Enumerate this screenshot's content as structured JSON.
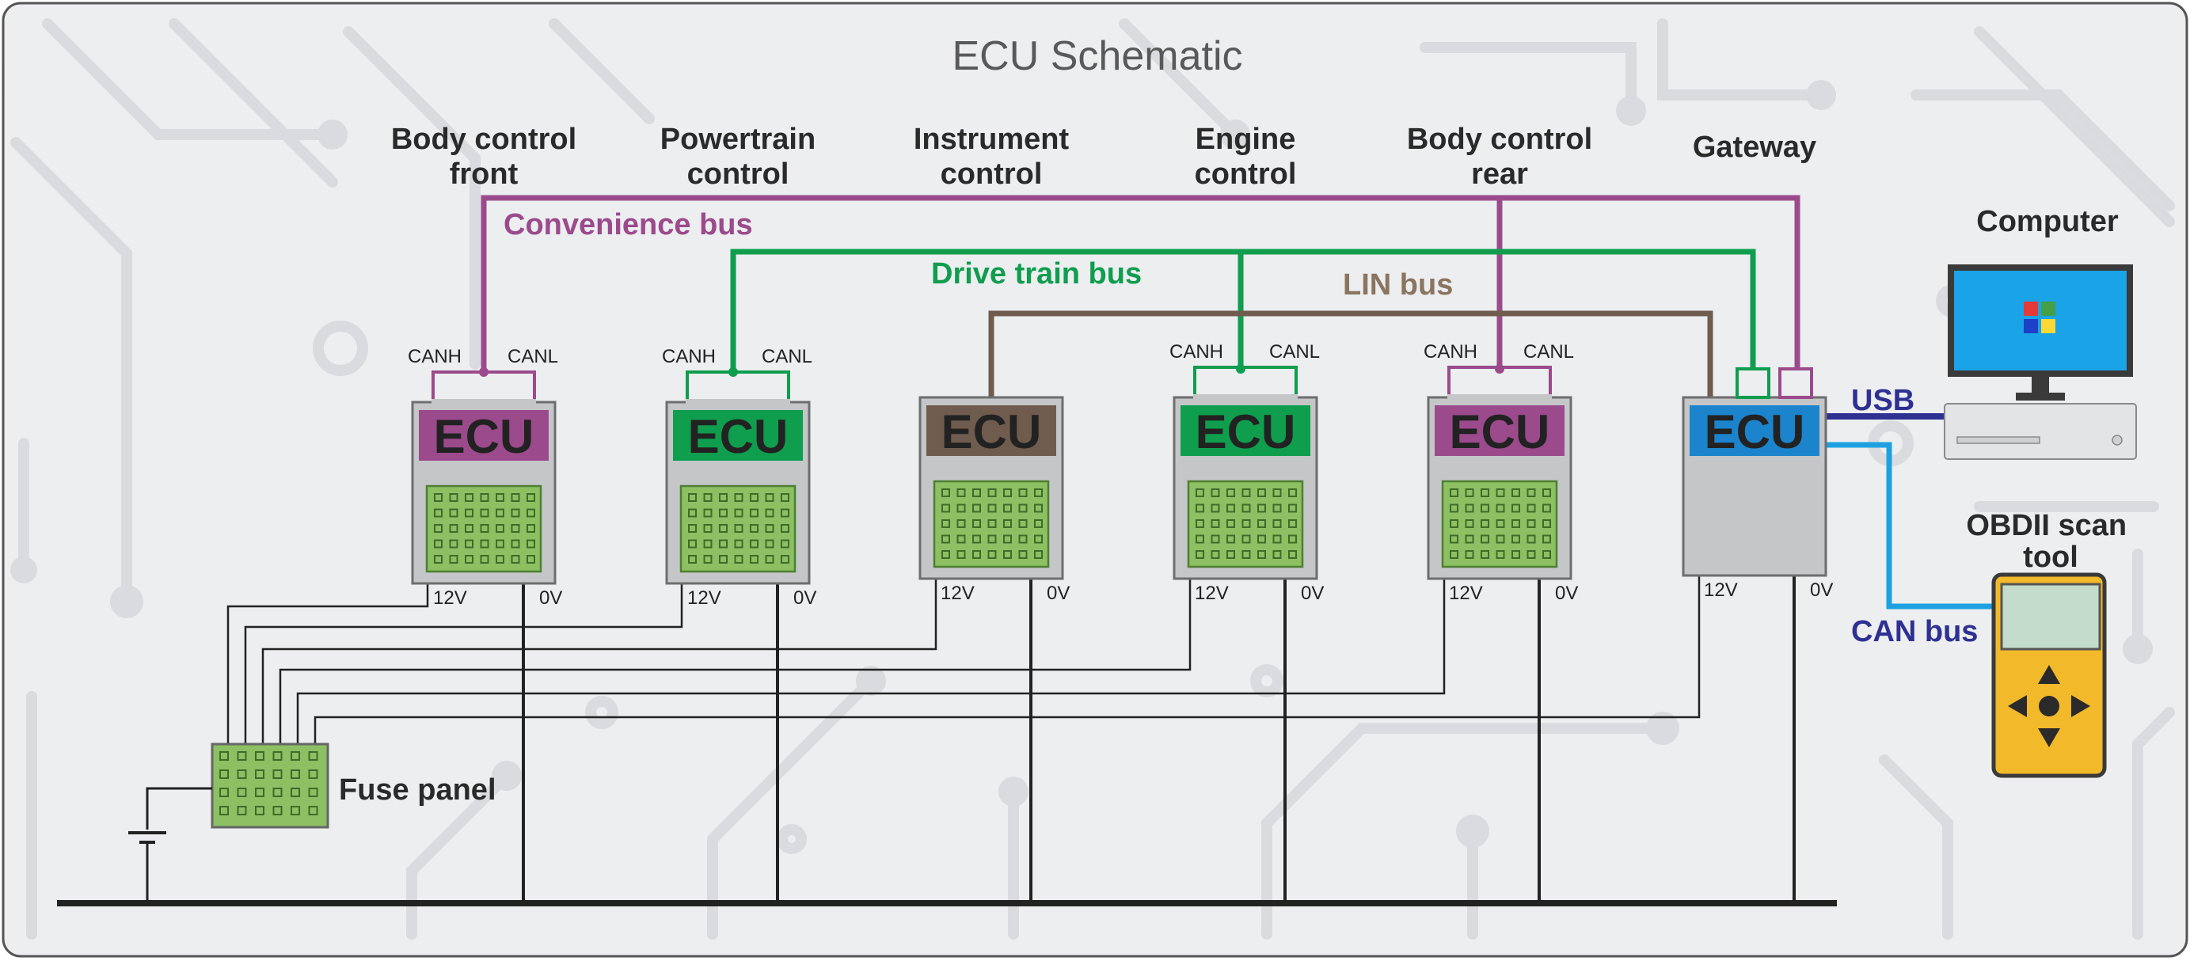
{
  "title": "ECU Schematic",
  "colors": {
    "convenience": "#9b4a8c",
    "drivetrain": "#0f9d4e",
    "lin": "#6f5c4e",
    "gateway": "#1b84cc",
    "usb": "#2e3192",
    "canbus": "#1ea1e0",
    "wire": "#222222",
    "ecu_body": "#c4c6c8",
    "pcb": "#8cc063",
    "scan_tool": "#f2b92a"
  },
  "ecus": [
    {
      "label": "Body control\nfront",
      "header_color": "#9b4a8c",
      "canh": "CANH",
      "canl": "CANL",
      "v12": "12V",
      "v0": "0V",
      "chip": "ECU"
    },
    {
      "label": "Powertrain\ncontrol",
      "header_color": "#0f9d4e",
      "canh": "CANH",
      "canl": "CANL",
      "v12": "12V",
      "v0": "0V",
      "chip": "ECU"
    },
    {
      "label": "Instrument\ncontrol",
      "header_color": "#6f5c4e",
      "canh": "",
      "canl": "",
      "v12": "12V",
      "v0": "0V",
      "chip": "ECU"
    },
    {
      "label": "Engine\ncontrol",
      "header_color": "#0f9d4e",
      "canh": "CANH",
      "canl": "CANL",
      "v12": "12V",
      "v0": "0V",
      "chip": "ECU"
    },
    {
      "label": "Body control\nrear",
      "header_color": "#9b4a8c",
      "canh": "CANH",
      "canl": "CANL",
      "v12": "12V",
      "v0": "0V",
      "chip": "ECU"
    },
    {
      "label": "Gateway",
      "header_color": "#1b84cc",
      "canh": "",
      "canl": "",
      "v12": "12V",
      "v0": "0V",
      "chip": "ECU"
    }
  ],
  "buses": {
    "convenience": "Convenience bus",
    "drivetrain": "Drive train bus",
    "lin": "LIN bus",
    "usb": "USB",
    "can": "CAN bus"
  },
  "computer": {
    "label": "Computer"
  },
  "scan_tool": {
    "label": "OBDII scan\ntool"
  },
  "fuse_panel": {
    "label": "Fuse panel"
  }
}
